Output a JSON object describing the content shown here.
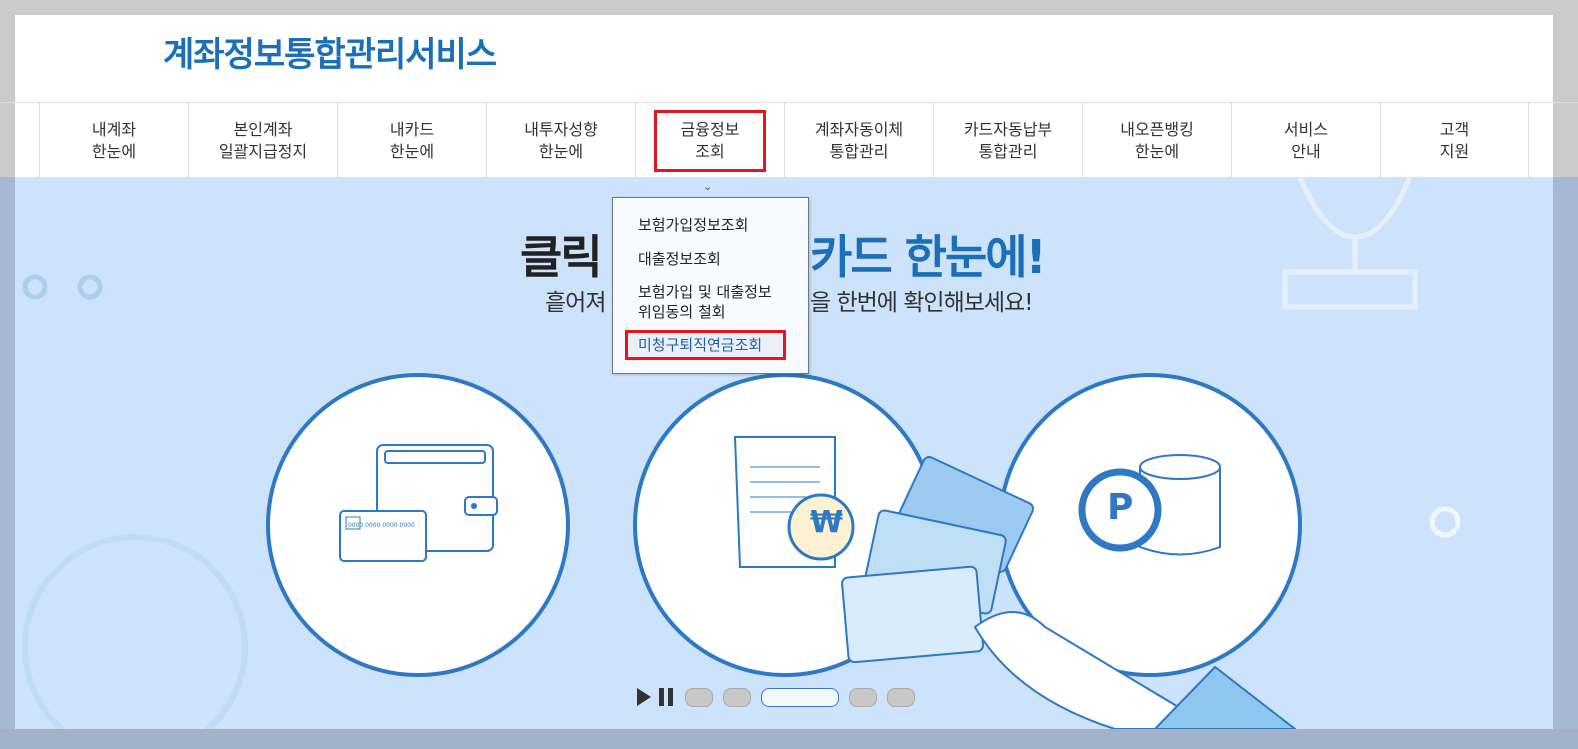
{
  "header": {
    "logo": "계좌정보통합관리서비스"
  },
  "nav": {
    "items": [
      {
        "label": "내계좌\n한눈에"
      },
      {
        "label": "본인계좌\n일괄지급정지"
      },
      {
        "label": "내카드\n한눈에"
      },
      {
        "label": "내투자성향\n한눈에"
      },
      {
        "label": "금융정보\n조회",
        "highlighted": true
      },
      {
        "label": "계좌자동이체\n통합관리"
      },
      {
        "label": "카드자동납부\n통합관리"
      },
      {
        "label": "내오픈뱅킹\n한눈에"
      },
      {
        "label": "서비스\n안내"
      },
      {
        "label": "고객\n지원"
      }
    ]
  },
  "dropdown": {
    "items": [
      {
        "label": "보험가입정보조회"
      },
      {
        "label": "대출정보조회"
      },
      {
        "label": "보험가입 및 대출정보\n위임동의 철회"
      },
      {
        "label": "미청구퇴직연금조회",
        "highlighted": true
      }
    ]
  },
  "banner": {
    "title_left": "클릭",
    "title_right": "카드 한눈에!",
    "subtitle_left": "흩어져",
    "subtitle_right": "을 한번에 확인해보세요!",
    "card_number": "0000 0000 0000 0000",
    "won_symbol": "₩",
    "point_symbol": "P",
    "colors": {
      "accent": "#1a6fb8",
      "highlight": "#e8141c",
      "banner_bg": "#cde3fb"
    }
  },
  "carousel": {
    "slides": 5,
    "active": 3,
    "play_icon": "play-icon",
    "pause_icon": "pause-icon"
  }
}
